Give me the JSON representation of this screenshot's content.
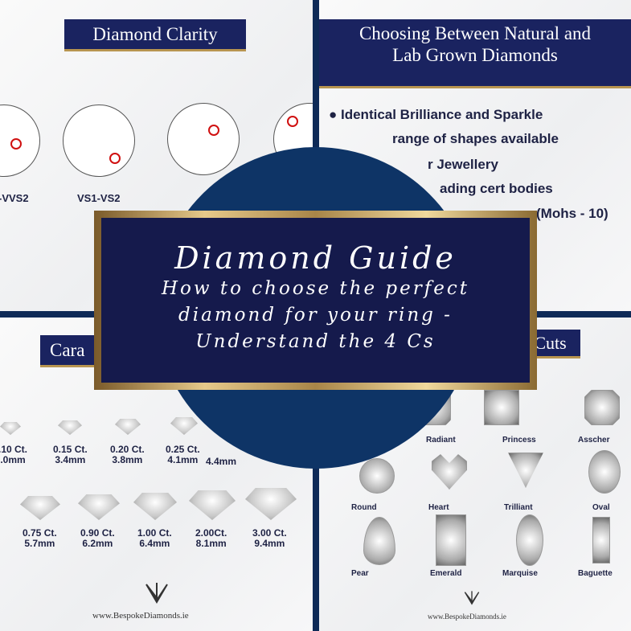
{
  "clarity": {
    "title": "Diamond Clarity",
    "grades": [
      "-VVS2",
      "VS1-VS2"
    ]
  },
  "natural_lab": {
    "title_line1": "Choosing Between Natural and",
    "title_line2": "Lab Grown Diamonds",
    "bullets": [
      "Identical Brilliance and Sparkle",
      "range of shapes available",
      "r Jewellery",
      "ading cert bodies",
      "(Mohs - 10)"
    ]
  },
  "carat": {
    "title": "Cara",
    "row1": [
      {
        "ct": ".10 Ct.",
        "mm": ".0mm"
      },
      {
        "ct": "0.15 Ct.",
        "mm": "3.4mm"
      },
      {
        "ct": "0.20 Ct.",
        "mm": "3.8mm"
      },
      {
        "ct": "0.25 Ct.",
        "mm": "4.1mm"
      },
      {
        "ct": "",
        "mm": "4.4mm"
      }
    ],
    "row2": [
      {
        "ct": "0.75 Ct.",
        "mm": "5.7mm"
      },
      {
        "ct": "0.90 Ct.",
        "mm": "6.2mm"
      },
      {
        "ct": "1.00 Ct.",
        "mm": "6.4mm"
      },
      {
        "ct": "2.00Ct.",
        "mm": "8.1mm"
      },
      {
        "ct": "3.00 Ct.",
        "mm": "9.4mm"
      }
    ]
  },
  "cuts": {
    "title": "Cuts",
    "shapes": [
      "Radiant",
      "Princess",
      "Asscher",
      "Round",
      "Heart",
      "Trilliant",
      "Oval",
      "Pear",
      "Emerald",
      "Marquise",
      "Baguette"
    ]
  },
  "footer": {
    "url": "www.BespokeDiamonds.ie"
  },
  "banner": {
    "title": "Diamond Guide",
    "subtitle1": "How to choose the perfect",
    "subtitle2": "diamond for your ring -",
    "subtitle3": "Understand the 4 Cs"
  },
  "colors": {
    "navy": "#0e3466",
    "banner": "#151a4c",
    "gold": "#c9a45c",
    "clarity_mark": "#d01010"
  }
}
